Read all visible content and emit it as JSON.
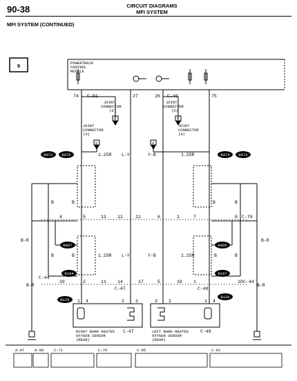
{
  "header": {
    "page_number": "90-38",
    "title_line1": "CIRCUIT DIAGRAMS",
    "title_line2": "MFI SYSTEM"
  },
  "section_title": "MFI SYSTEM (CONTINUED)",
  "sheet_ref": "9",
  "pcm": {
    "line1": "POWERTRAIN",
    "line2": "CONTROL",
    "line3": "MODULE"
  },
  "pcm_pins": [
    "74",
    "27",
    "26",
    "75"
  ],
  "connectors_top": [
    "C-91",
    "C-40"
  ],
  "joint_connectors": [
    {
      "line1": "JOINT",
      "line2": "CONNECTOR",
      "number": "(5)",
      "pin": "6"
    },
    {
      "line1": "JOINT",
      "line2": "CONNECTOR",
      "number": "(4)",
      "pin": "5"
    },
    {
      "line1": "JOINT",
      "line2": "CONNECTOR",
      "number": "(5)",
      "pin": "5"
    },
    {
      "line1": "JOINT",
      "line2": "CONNECTOR",
      "number": "(4)",
      "pin": "6"
    }
  ],
  "wires_upper": [
    "1.25R",
    "L-Y",
    "Y-B",
    "1.25R"
  ],
  "wires_lower": [
    "1.25R",
    "L-Y",
    "Y-B",
    "1.25R"
  ],
  "wires_side": [
    "B",
    "B",
    "B",
    "B",
    "B-R",
    "B-R",
    "B",
    "B",
    "B-R",
    "B-R",
    "B",
    "B"
  ],
  "bubbles": [
    "B072",
    "B076",
    "B074",
    "B073",
    "B067",
    "B066",
    "B104",
    "B167",
    "B125",
    "B126"
  ],
  "connectors_mid": [
    "C-79",
    "C-44",
    "C-47",
    "C-44",
    "C-48"
  ],
  "pins_row1": [
    "4",
    "5",
    "13",
    "12",
    "11",
    "6",
    "1",
    "7",
    "8"
  ],
  "pins_row2": [
    "20",
    "2",
    "11",
    "14",
    "17",
    "5",
    "16",
    "1",
    "10"
  ],
  "sensor_pins_left": [
    "1",
    "4",
    "2",
    "3"
  ],
  "sensor_pins_right": [
    "3",
    "2",
    "1",
    "4"
  ],
  "sensor_left": {
    "line1": "RIGHT BANK HEATED",
    "line2": "OXYGEN SENSOR",
    "line3": "(REAR)",
    "connector": "C-47"
  },
  "sensor_right": {
    "line1": "LEFT BANK HEATED",
    "line2": "OXYGEN SENSOR",
    "line3": "(REAR)",
    "connector": "C-48"
  },
  "ground_refs": [
    "3",
    "3"
  ],
  "bottom_connectors": [
    "A-97",
    "A-98",
    "C-71",
    "C-79",
    "C-85",
    "C-91"
  ]
}
